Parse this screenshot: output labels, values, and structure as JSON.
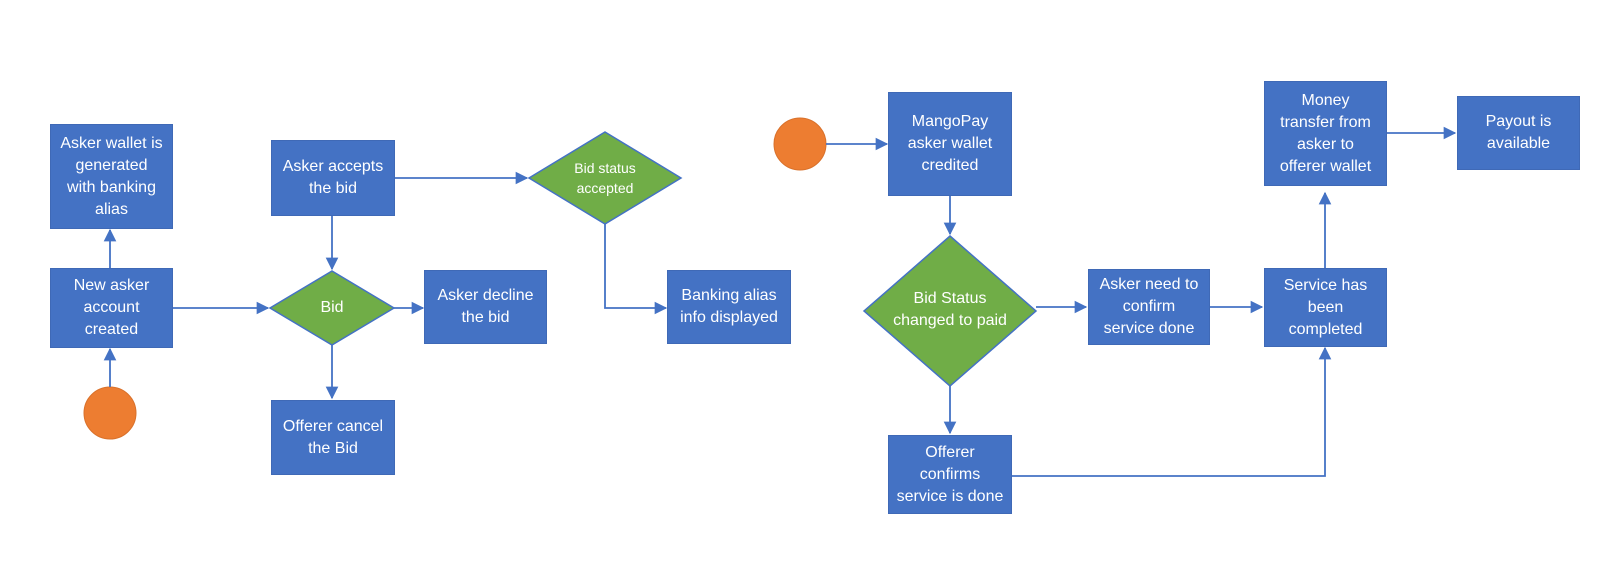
{
  "colors": {
    "process": "#4472c4",
    "decision": "#70ad47",
    "start": "#ed7d31",
    "connector": "#4472c4"
  },
  "flow1": {
    "asker_wallet_generated": "Asker wallet is\ngenerated\nwith banking\nalias",
    "new_asker_account": "New asker\naccount\ncreated",
    "asker_accepts_bid": "Asker accepts\nthe bid",
    "bid_decision": "Bid",
    "asker_decline_bid": "Asker decline\nthe bid",
    "offerer_cancel_bid": "Offerer cancel\nthe Bid",
    "bid_status_accepted": "Bid status\naccepted",
    "banking_alias_displayed": "Banking alias\ninfo displayed"
  },
  "flow2": {
    "mangopay_credited": "MangoPay\nasker wallet\ncredited",
    "bid_status_paid": "Bid Status\nchanged to paid",
    "asker_confirm_service": "Asker need to\nconfirm\nservice done",
    "offerer_confirms_service": "Offerer\nconfirms\nservice is done",
    "service_completed": "Service has\nbeen\ncompleted",
    "money_transfer": "Money\ntransfer from\nasker to\nofferer wallet",
    "payout_available": "Payout is\navailable"
  }
}
